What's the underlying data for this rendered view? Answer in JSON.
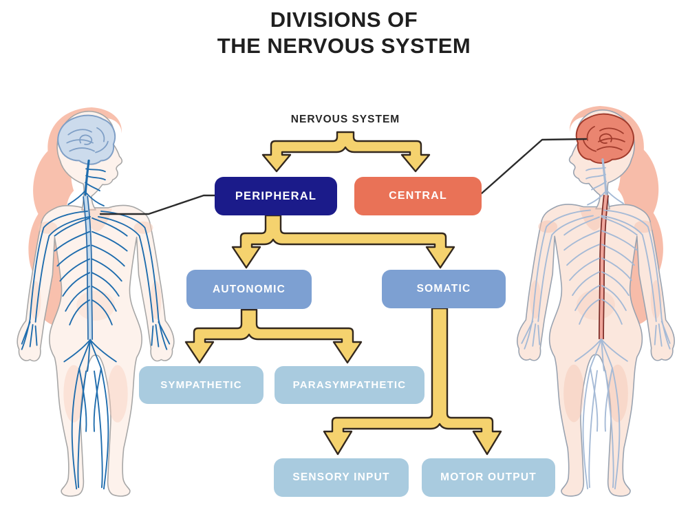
{
  "title": {
    "line1": "DIVISIONS OF",
    "line2": "THE NERVOUS SYSTEM"
  },
  "tree": {
    "root_label": "NERVOUS SYSTEM",
    "nodes": {
      "peripheral": "PERIPHERAL",
      "central": "CENTRAL",
      "autonomic": "AUTONOMIC",
      "somatic": "SOMATIC",
      "sympathetic": "SYMPATHETIC",
      "parasympathetic": "PARASYMPATHETIC",
      "sensory_input": "SENSORY INPUT",
      "motor_output": "MOTOR OUTPUT"
    },
    "edges": [
      "NERVOUS SYSTEM -> PERIPHERAL",
      "NERVOUS SYSTEM -> CENTRAL",
      "PERIPHERAL -> AUTONOMIC",
      "PERIPHERAL -> SOMATIC",
      "AUTONOMIC -> SYMPATHETIC",
      "AUTONOMIC -> PARASYMPATHETIC",
      "SOMATIC -> SENSORY INPUT",
      "SOMATIC -> MOTOR OUTPUT"
    ]
  },
  "figures": {
    "left_description": "Female body with blue peripheral nerve network and blue brain, callout line to PERIPHERAL box",
    "right_description": "Female body with red brain and spinal cord highlighted, callout line from CENTRAL box"
  },
  "colors": {
    "title_text": "#1f1f1f",
    "root_label_text": "#262626",
    "box_text": "#ffffff",
    "peripheral_box": "#1b1b8a",
    "central_box": "#e97257",
    "autonomic_somatic_box": "#7da0d2",
    "leaf_box": "#a9cbdf",
    "arrow_fill": "#f5d26e",
    "arrow_outline": "#33281e",
    "callout_line": "#2b2b2b",
    "left_figure_nerves": "#1e6cad",
    "left_figure_brain": "#ccdbec",
    "right_figure_nerves": "#a5bad6",
    "right_figure_brain": "#ea8570",
    "right_figure_spinal_cord": "#7c2d28"
  }
}
